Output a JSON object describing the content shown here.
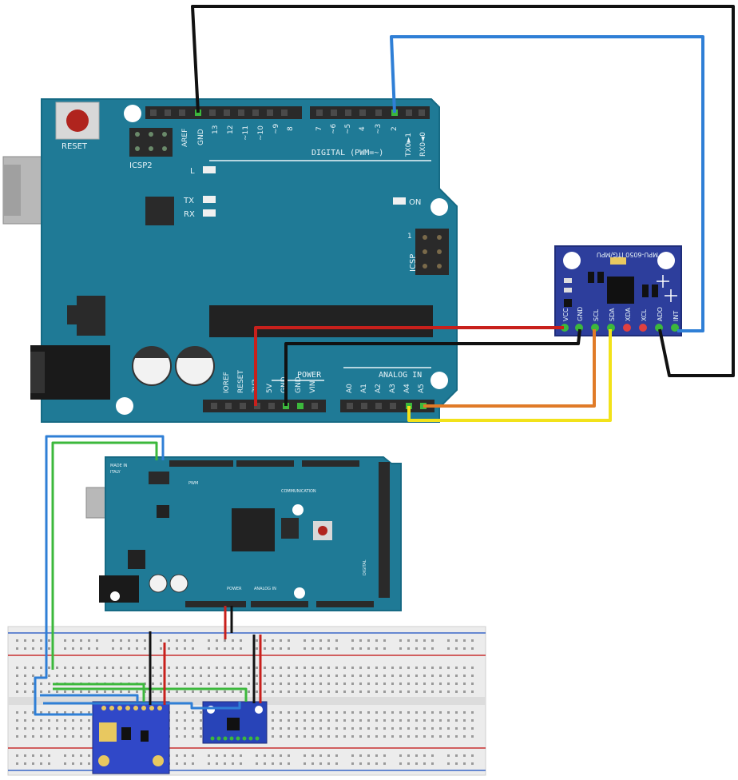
{
  "uno": {
    "reset_label": "RESET",
    "icsp2_label": "ICSP2",
    "aref_label": "AREF",
    "gnd_top_label": "GND",
    "digital_pins": [
      "13",
      "12",
      "~11",
      "~10",
      "~9",
      "8",
      "7",
      "~6",
      "~5",
      "4",
      "~3",
      "2",
      "TX0►1",
      "RX0◄0"
    ],
    "digital_label": "DIGITAL (PWM=~)",
    "led_l_label": "L",
    "led_tx_label": "TX",
    "led_rx_label": "RX",
    "on_label": "ON",
    "icsp_label": "ICSP",
    "icsp_pin1": "1",
    "power_pins": [
      "IOREF",
      "RESET",
      "3V3",
      "5V",
      "GND",
      "GND",
      "VIN"
    ],
    "power_label": "POWER",
    "analog_pins": [
      "A0",
      "A1",
      "A2",
      "A3",
      "A4",
      "A5"
    ],
    "analog_label": "ANALOG IN"
  },
  "mpu": {
    "title": "MPU-6050 ITG/MPU",
    "pins": [
      "VCC",
      "GND",
      "SCL",
      "SDA",
      "XDA",
      "XCL",
      "ADO",
      "INT"
    ]
  },
  "mega": {
    "made_in": "MADE IN",
    "italy": "ITALY",
    "pwm_label": "PWM",
    "communication_label": "COMMUNICATION",
    "power_label": "POWER",
    "analog_label": "ANALOG IN",
    "digital_label": "DIGITAL"
  },
  "colors": {
    "board": "#1f7a96",
    "wire_black": "#111111",
    "wire_blue": "#2f7fd6",
    "wire_red": "#c8201c",
    "wire_orange": "#e07b28",
    "wire_yellow": "#f2e21a",
    "wire_green": "#3cb83c"
  }
}
